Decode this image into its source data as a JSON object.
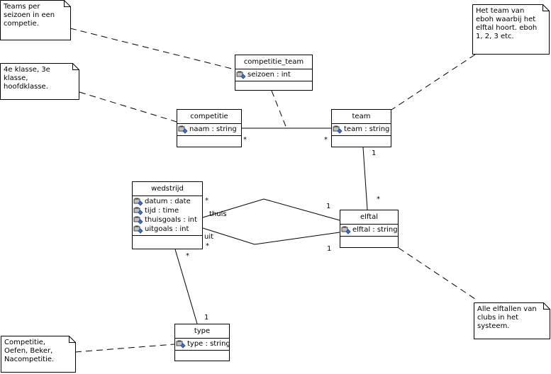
{
  "classes": {
    "competitie_team": {
      "name": "competitie_team",
      "attributes": [
        "seizoen : int"
      ]
    },
    "competitie": {
      "name": "competitie",
      "attributes": [
        "naam : string"
      ]
    },
    "team": {
      "name": "team",
      "attributes": [
        "team : string"
      ]
    },
    "wedstrijd": {
      "name": "wedstrijd",
      "attributes": [
        "datum : date",
        "tijd : time",
        "thuisgoals : int",
        "uitgoals : int"
      ]
    },
    "elftal": {
      "name": "elftal",
      "attributes": [
        "elftal : string"
      ]
    },
    "type": {
      "name": "type",
      "attributes": [
        "type : string"
      ]
    }
  },
  "notes": {
    "teams_per_seizoen": [
      "Teams per",
      "seizoen in een",
      "competie."
    ],
    "klasse": [
      "4e klasse, 3e",
      "klasse,",
      "hoofdklasse."
    ],
    "team_van_eboh": [
      "Het team van",
      "eboh waarbij het",
      "elftal hoort. eboh",
      "1, 2, 3 etc."
    ],
    "alle_elftallen": [
      "Alle elftallen van",
      "clubs in het",
      "systeem."
    ],
    "competitie_types": [
      "Competitie,",
      "Oefen, Beker,",
      "Nacompetitie."
    ]
  },
  "labels": {
    "competitie_team_star": "*",
    "team_star": "*",
    "team_one": "1",
    "elftal_star": "*",
    "wedstrijd_thuis_star": "*",
    "thuis": "thuis",
    "elftal_thuis_one": "1",
    "uit": "uit",
    "wedstrijd_uit_star": "*",
    "elftal_uit_one": "1",
    "wedstrijd_type_star": "*",
    "type_one": "1"
  },
  "icon": "attribute-lock-icon",
  "colors": {
    "line": "#000000",
    "icon_body": "#c0c0c0",
    "icon_accent": "#3a6fd8"
  }
}
